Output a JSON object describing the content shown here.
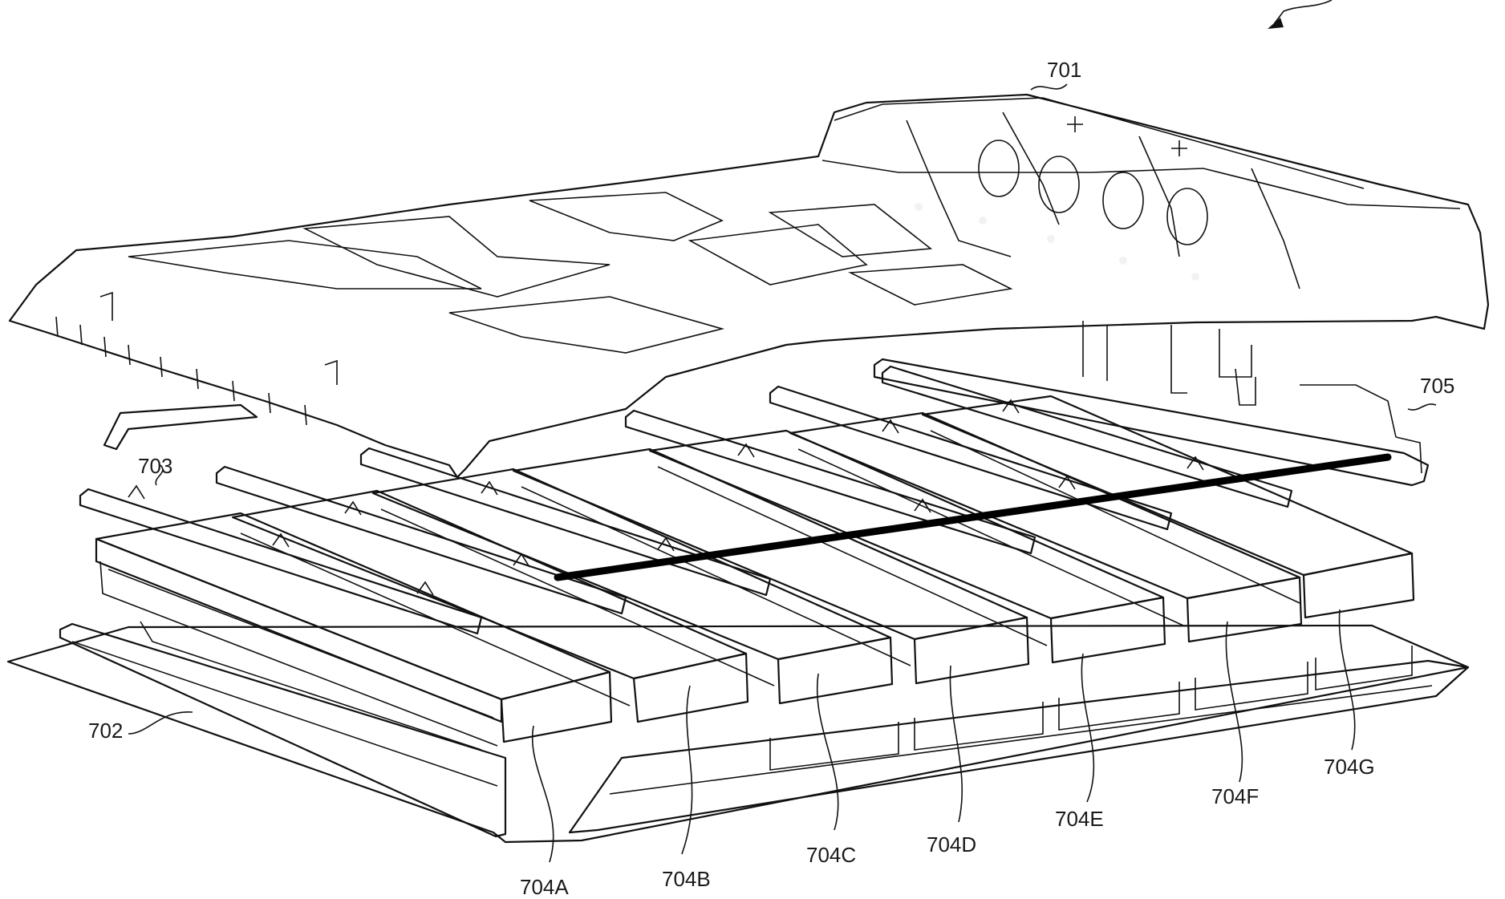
{
  "colors": {
    "background": "#ffffff",
    "line": "#111111",
    "hatch_dark": "#5a5a5a",
    "hatch_light": "#cfcfcf",
    "module_end": "#3a3a3a",
    "busbar": "#000000"
  },
  "labels": {
    "cover": "701",
    "tray": "702",
    "rail": "703",
    "module_a": "704A",
    "module_b": "704B",
    "module_c": "704C",
    "module_d": "704D",
    "module_e": "704E",
    "module_f": "704F",
    "module_g": "704G",
    "frame": "705"
  }
}
